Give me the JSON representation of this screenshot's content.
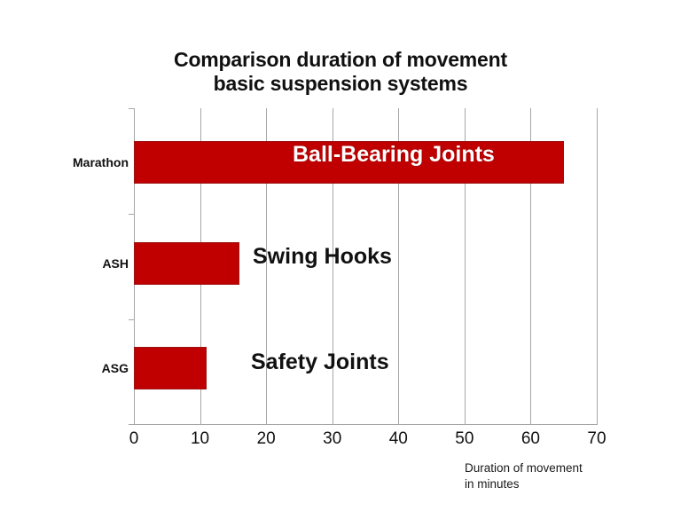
{
  "chart_data": {
    "type": "bar",
    "orientation": "horizontal",
    "title": "Comparison duration of movement basic suspension systems",
    "title_lines": [
      "Comparison duration of movement",
      "basic suspension systems"
    ],
    "categories": [
      "Marathon",
      "ASH",
      "ASG"
    ],
    "values": [
      65,
      16,
      11
    ],
    "point_labels": [
      "Ball-Bearing Joints",
      "Swing Hooks",
      "Safety Joints"
    ],
    "point_label_placement": [
      "inside",
      "outside",
      "outside"
    ],
    "series": [
      {
        "name": "Duration of movement in minutes",
        "values": [
          65,
          16,
          11
        ],
        "color": "#C00000"
      }
    ],
    "xlabel": "Duration of movement in minutes",
    "xlabel_lines": [
      "Duration of movement",
      "in minutes"
    ],
    "ylabel": "",
    "xlim": [
      0,
      70
    ],
    "xticks": [
      0,
      10,
      20,
      30,
      40,
      50,
      60,
      70
    ],
    "xtick_labels": [
      "0",
      "10",
      "20",
      "30",
      "40",
      "50",
      "60",
      "70"
    ],
    "grid": "vertical",
    "legend": "none",
    "colors": {
      "bar_fill": "#C00000",
      "bar_border": "#9C1313",
      "inside_label": "#FFFFFF",
      "outside_label": "#111111",
      "grid": "#A6A6A6",
      "background": "#FFFFFF",
      "title": "#101010"
    }
  }
}
